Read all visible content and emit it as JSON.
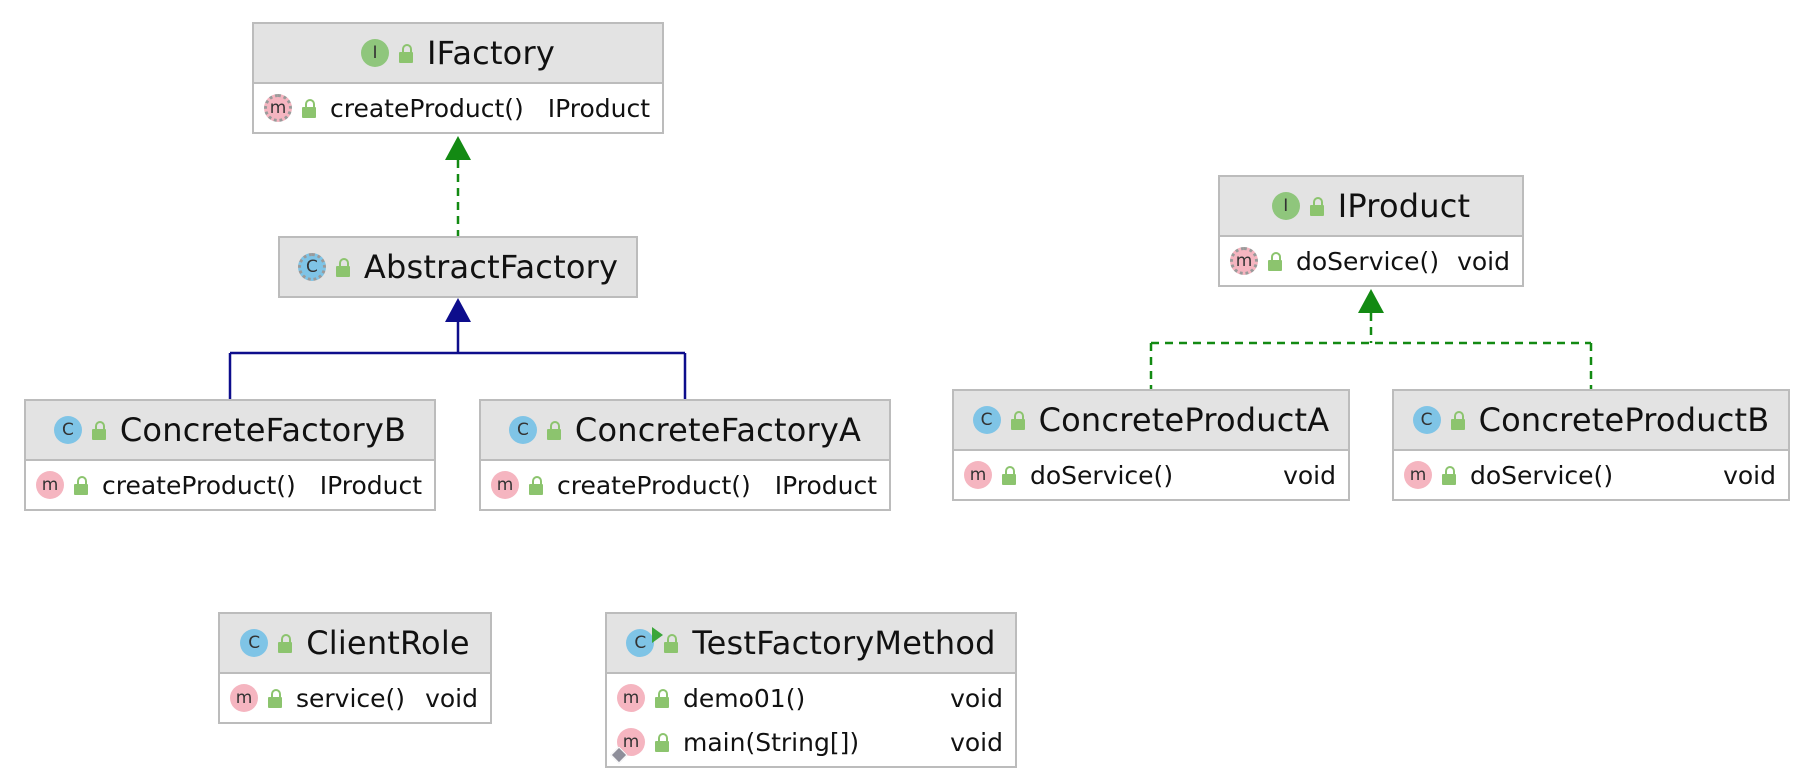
{
  "colors": {
    "interface_badge": "#8fc67c",
    "class_badge": "#7fc4e6",
    "method_badge": "#f5b5c0",
    "implements_edge": "#138a13",
    "extends_edge": "#0d0d8c",
    "node_border": "#bcbcbc",
    "node_header": "#e3e3e3",
    "lock_icon": "#8cc46e"
  },
  "nodes": [
    {
      "id": "ifactory",
      "kind": "interface",
      "name": "IFactory",
      "members": [
        {
          "name": "createProduct()",
          "type": "IProduct",
          "abstract": true
        }
      ]
    },
    {
      "id": "abstractfactory",
      "kind": "abstract-class",
      "name": "AbstractFactory",
      "members": []
    },
    {
      "id": "concretefactoryb",
      "kind": "class",
      "name": "ConcreteFactoryB",
      "members": [
        {
          "name": "createProduct()",
          "type": "IProduct"
        }
      ]
    },
    {
      "id": "concretefactorya",
      "kind": "class",
      "name": "ConcreteFactoryA",
      "members": [
        {
          "name": "createProduct()",
          "type": "IProduct"
        }
      ]
    },
    {
      "id": "iproduct",
      "kind": "interface",
      "name": "IProduct",
      "members": [
        {
          "name": "doService()",
          "type": "void",
          "abstract": true
        }
      ]
    },
    {
      "id": "concreteproducta",
      "kind": "class",
      "name": "ConcreteProductA",
      "members": [
        {
          "name": "doService()",
          "type": "void"
        }
      ]
    },
    {
      "id": "concreteproductb",
      "kind": "class",
      "name": "ConcreteProductB",
      "members": [
        {
          "name": "doService()",
          "type": "void"
        }
      ]
    },
    {
      "id": "clientrole",
      "kind": "class",
      "name": "ClientRole",
      "members": [
        {
          "name": "service()",
          "type": "void"
        }
      ]
    },
    {
      "id": "testfactorymethod",
      "kind": "runnable-class",
      "name": "TestFactoryMethod",
      "members": [
        {
          "name": "demo01()",
          "type": "void"
        },
        {
          "name": "main(String[])",
          "type": "void",
          "static": true
        }
      ]
    }
  ],
  "edges": [
    {
      "from": "abstractfactory",
      "to": "ifactory",
      "kind": "implements"
    },
    {
      "from": "concretefactoryb",
      "to": "abstractfactory",
      "kind": "extends"
    },
    {
      "from": "concretefactorya",
      "to": "abstractfactory",
      "kind": "extends"
    },
    {
      "from": "concreteproducta",
      "to": "iproduct",
      "kind": "implements"
    },
    {
      "from": "concreteproductb",
      "to": "iproduct",
      "kind": "implements"
    }
  ]
}
